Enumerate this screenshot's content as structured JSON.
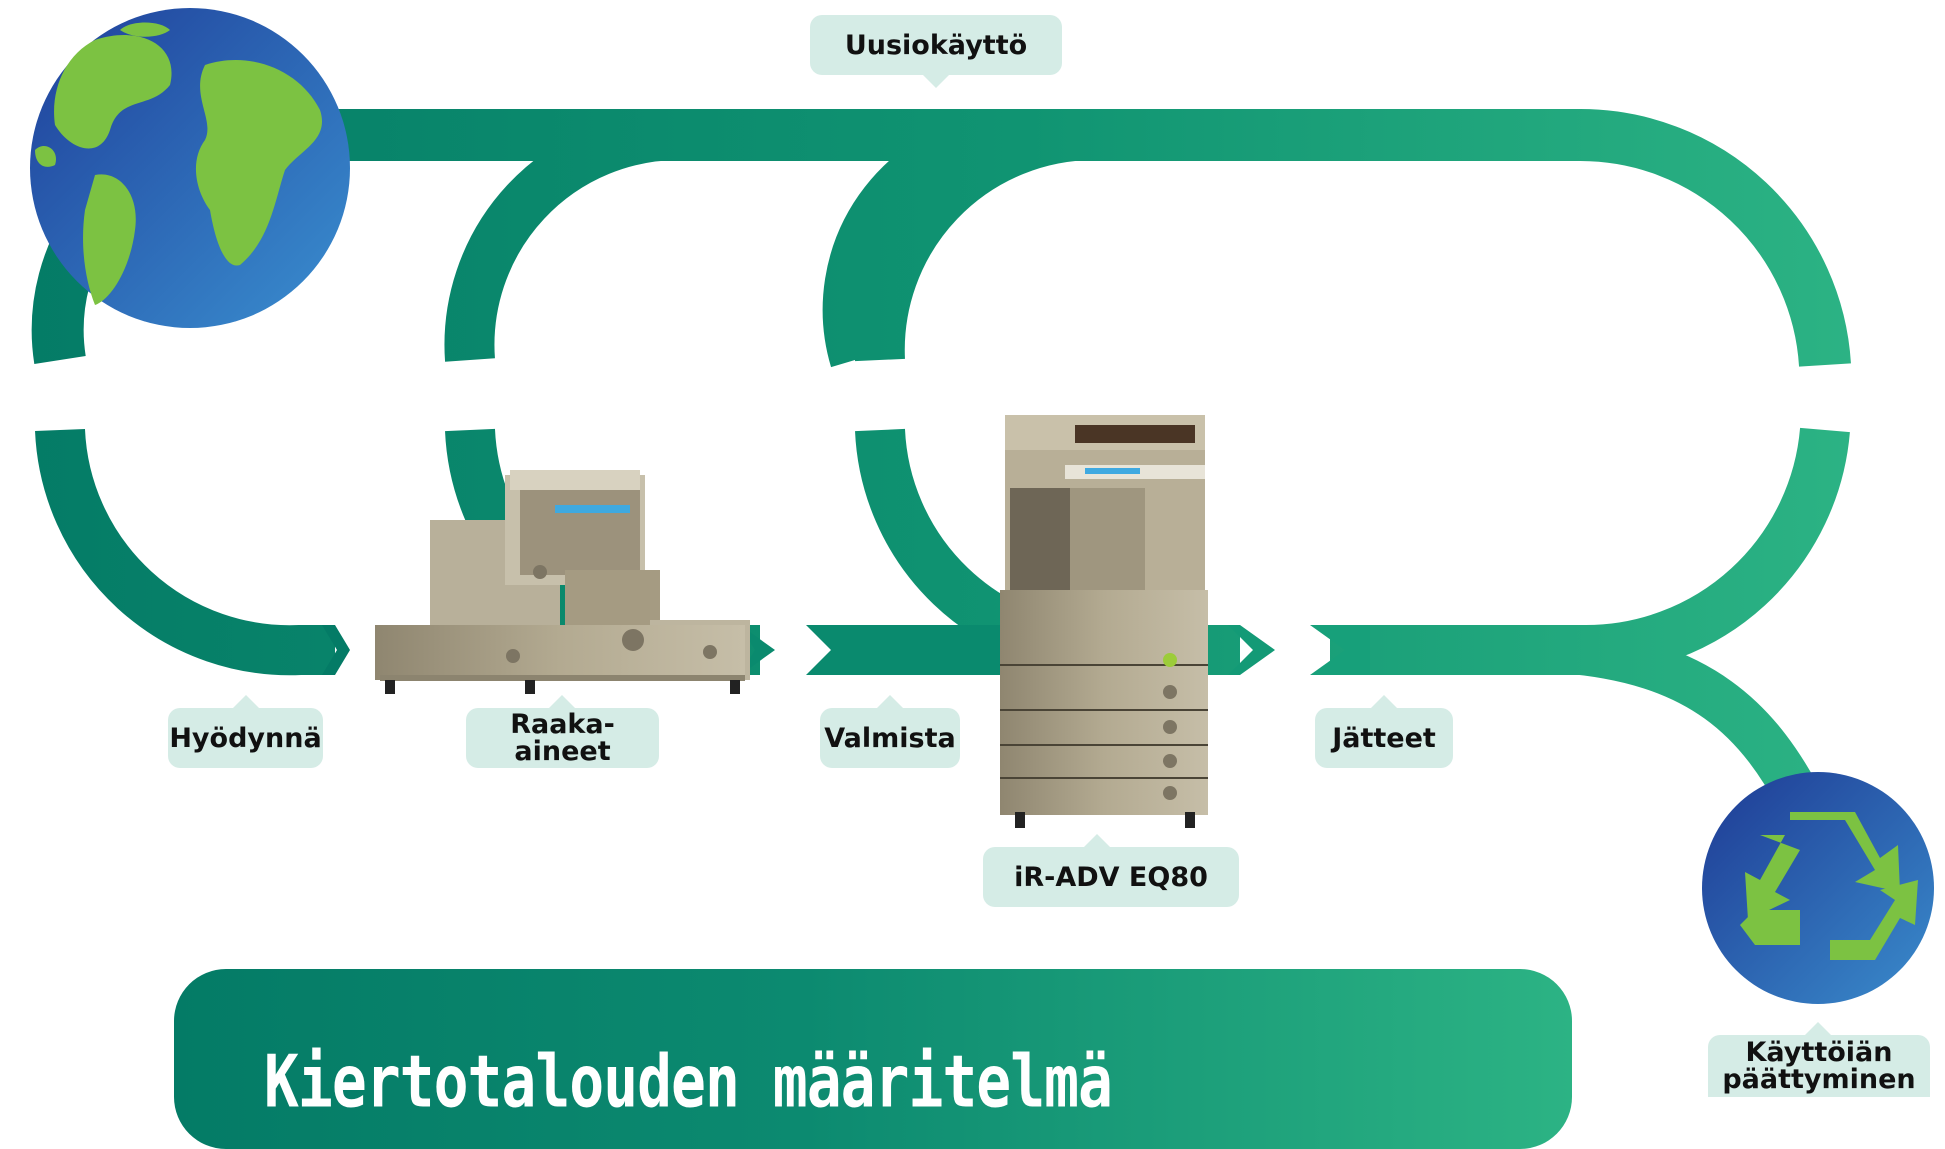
{
  "labels": {
    "reuse": "Uusiokäyttö",
    "utilize": "Hyödynnä",
    "raw_materials": "Raaka-\naineet",
    "manufacture": "Valmista",
    "waste": "Jätteet",
    "product": "iR-ADV EQ80",
    "end_of_life": "Käyttöiän\npäättyminen"
  },
  "footer": {
    "title": "Kiertotalouden määritelmä"
  },
  "colors": {
    "dark_green": "#047b66",
    "light_green": "#2cb384",
    "label_bg": "#d5ece6",
    "globe_blue": "#2a55a8",
    "land_green": "#7cc242",
    "printer_beige": "#b3aa91"
  },
  "icons": [
    "globe-icon",
    "recycle-icon",
    "printer-icon"
  ]
}
